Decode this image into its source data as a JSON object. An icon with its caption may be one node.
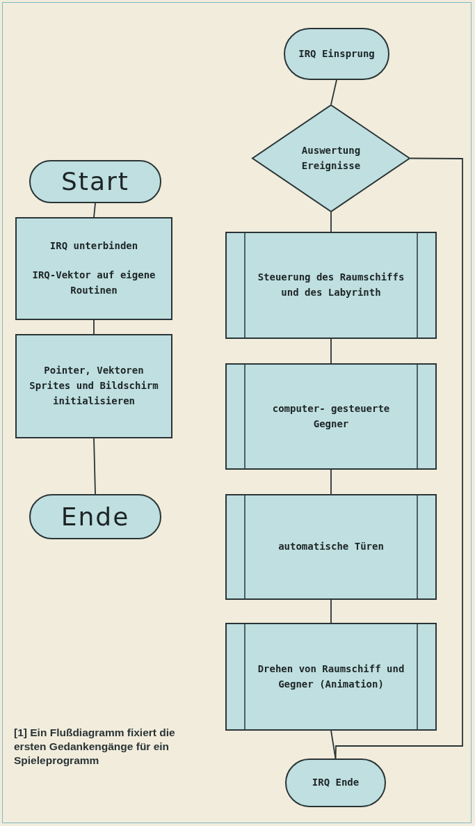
{
  "diagram": {
    "caption": "[1] Ein Flußdiagramm fixiert die ersten Gedankengänge für ein Spieleprogramm",
    "nodes": [
      {
        "text": [
          "IRQ Einsprung"
        ]
      },
      {
        "text": [
          "Auswertung Ereignisse"
        ]
      },
      {
        "text": [
          "Start"
        ]
      },
      {
        "text": [
          "IRQ unterbinden",
          "IRQ-Vektor auf eigene Routinen"
        ]
      },
      {
        "text": [
          "Steuerung des Raumschiffs und des Labyrinth"
        ]
      },
      {
        "text": [
          "Pointer, Vektoren Sprites und Bildschirm initialisieren"
        ]
      },
      {
        "text": [
          "computer- gesteuerte Gegner"
        ]
      },
      {
        "text": [
          "Ende"
        ]
      },
      {
        "text": [
          "automatische Türen"
        ]
      },
      {
        "text": [
          "Drehen von Raumschiff und Gegner (Animation)"
        ]
      },
      {
        "text": [
          "IRQ Ende"
        ]
      }
    ],
    "edges": [
      {
        "from": 2,
        "to": 3,
        "arrow": "none"
      },
      {
        "from": 3,
        "to": 5,
        "arrow": "none"
      },
      {
        "from": 5,
        "to": 7,
        "arrow": "none"
      },
      {
        "from": 0,
        "to": 1,
        "arrow": "none"
      },
      {
        "from": 1,
        "to": 4,
        "arrow": "none"
      },
      {
        "from": 4,
        "to": 6,
        "arrow": "none"
      },
      {
        "from": 6,
        "to": 8,
        "arrow": "none"
      },
      {
        "from": 8,
        "to": 9,
        "arrow": "none"
      },
      {
        "from": 9,
        "to": 10,
        "arrow": "none"
      },
      {
        "from": 1,
        "to": 10,
        "arrow": "none"
      }
    ]
  }
}
